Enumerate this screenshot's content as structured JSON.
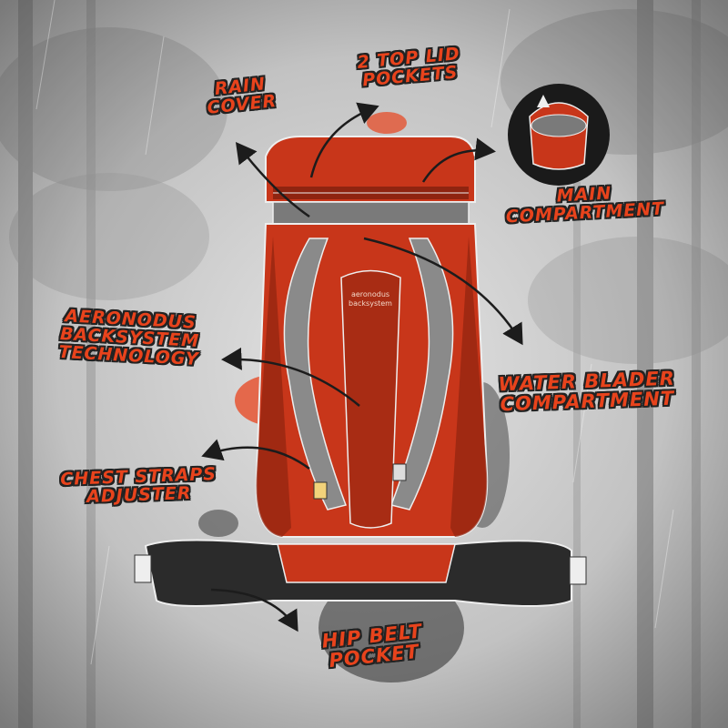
{
  "labels": {
    "rain_cover": [
      "RAIN",
      "COVER"
    ],
    "top_lid_pockets": [
      "2 TOP LID",
      "POCKETS"
    ],
    "main_compartment": [
      "MAIN",
      "COMPARTMENT"
    ],
    "aeronodus": [
      "AERONODUS",
      "BACKSYSTEM",
      "TECHNOLOGY"
    ],
    "water_blader": [
      "WATER BLADER",
      "COMPARTMENT"
    ],
    "chest_straps": [
      "CHEST STRAPS",
      "ADJUSTER"
    ],
    "hip_belt": [
      "HIP BELT",
      "POCKET"
    ]
  },
  "back_panel_brand": [
    "aeronodus",
    "backsystem"
  ],
  "colors": {
    "accent": "#e8431c",
    "pack_red": "#c8361a",
    "pack_dark": "#8f2410",
    "pack_gray": "#8a8a8a",
    "belt": "#2b2b2b",
    "background": "#bdbdbd"
  }
}
